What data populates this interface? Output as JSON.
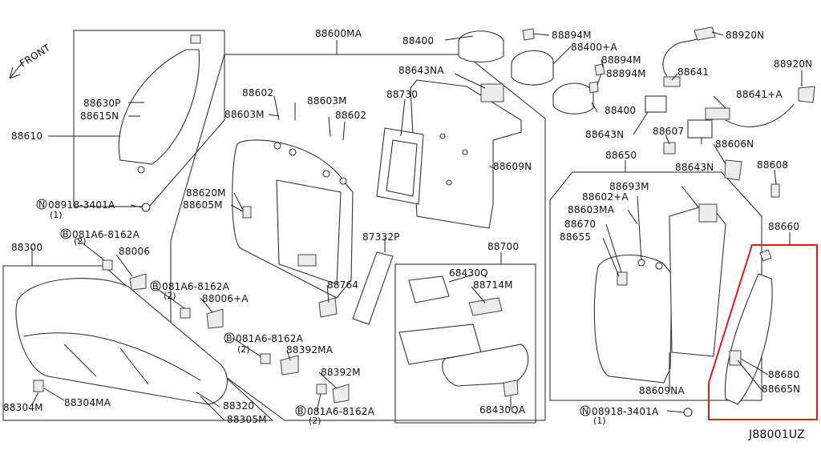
{
  "diagram": {
    "front_label": "FRONT",
    "catalog_code": "J88001UZ",
    "highlight_color": "#e01a1a",
    "line_color": "#222222",
    "labels": {
      "l88600MA": "88600MA",
      "l88400": "88400",
      "l88894M_1": "88894M",
      "l88920N_1": "88920N",
      "l88400A": "88400+A",
      "l88894M_2": "88894M",
      "l88894M_3": "88894M",
      "l88920N_2": "88920N",
      "l88643NA": "88643NA",
      "l88641": "88641",
      "l88641A": "88641+A",
      "l88730": "88730",
      "l88400_2": "88400",
      "l88643N_1": "88643N",
      "l88607": "88607",
      "l88602_1": "88602",
      "l88603M_1": "88603M",
      "l88603M_2": "88603M",
      "l88602_2": "88602",
      "l88609N": "88609N",
      "l88606N": "88606N",
      "l88643N_2": "88643N",
      "l88608": "88608",
      "l88650": "88650",
      "l88630P": "88630P",
      "l88615N": "88615N",
      "l88610": "88610",
      "l08918_1": "08918-3401A",
      "q1a": "(1)",
      "l88620M": "88620M",
      "l88605M": "88605M",
      "l88693M": "88693M",
      "l88602A": "88602+A",
      "l88603MA": "88603MA",
      "l88660": "88660",
      "l081A6_1": "081A6-8162A",
      "q2a": "(2)",
      "l87332P": "87332P",
      "l88670": "88670",
      "l88655": "88655",
      "l88300": "88300",
      "l88006": "88006",
      "l88700": "88700",
      "l68430Q": "68430Q",
      "l88714M": "88714M",
      "l081A6_2": "081A6-8162A",
      "q2b": "(2)",
      "l88764": "88764",
      "l88006A": "88006+A",
      "l081A6_3": "081A6-8162A",
      "q2c": "(2)",
      "l88392MA": "88392MA",
      "l88680": "88680",
      "l88665N": "88665N",
      "l88392M": "88392M",
      "l88609NA": "88609NA",
      "l88304M": "88304M",
      "l88304MA": "88304MA",
      "l88320": "88320",
      "l88305M": "88305M",
      "l081A6_4": "081A6-8162A",
      "q2d": "(2)",
      "l68430QA": "68430QA",
      "l08918_2": "08918-3401A",
      "q1b": "(1)"
    }
  }
}
